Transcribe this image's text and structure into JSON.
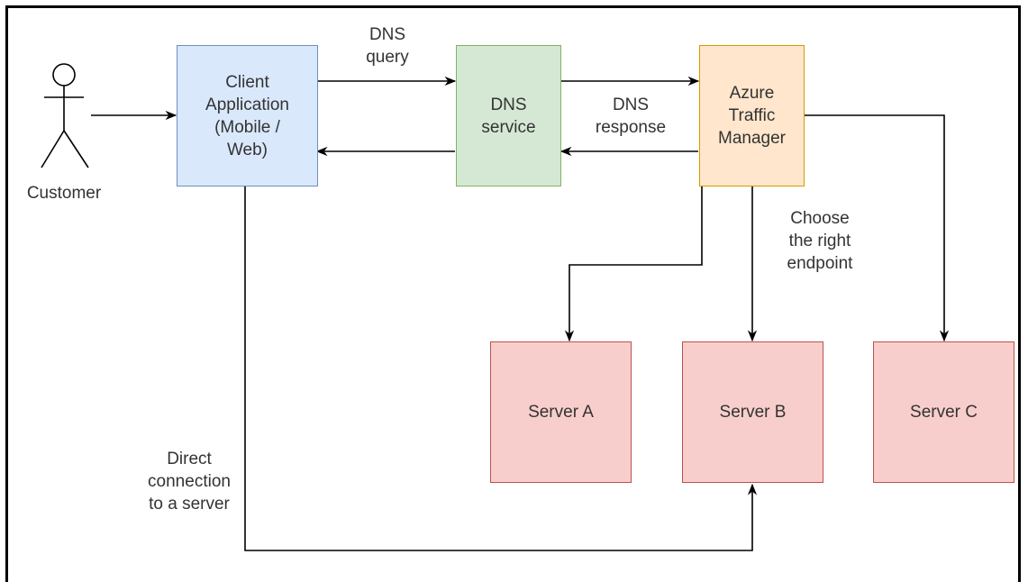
{
  "actor": {
    "label": "Customer"
  },
  "nodes": {
    "client": {
      "label": "Client\nApplication\n(Mobile /\nWeb)",
      "fill": "#dae8fc",
      "stroke": "#6c8ebf"
    },
    "dns": {
      "label": "DNS\nservice",
      "fill": "#d5e8d4",
      "stroke": "#82b366"
    },
    "traffic_manager": {
      "label": "Azure\nTraffic\nManager",
      "fill": "#ffe6cc",
      "stroke": "#d79b00"
    },
    "server_a": {
      "label": "Server A",
      "fill": "#f8cecc",
      "stroke": "#b85450"
    },
    "server_b": {
      "label": "Server B",
      "fill": "#f8cecc",
      "stroke": "#b85450"
    },
    "server_c": {
      "label": "Server C",
      "fill": "#f8cecc",
      "stroke": "#b85450"
    }
  },
  "edge_labels": {
    "dns_query": "DNS\nquery",
    "dns_response": "DNS\nresponse",
    "choose_endpoint": "Choose\nthe right\nendpoint",
    "direct_connection": "Direct\nconnection\nto a server"
  }
}
